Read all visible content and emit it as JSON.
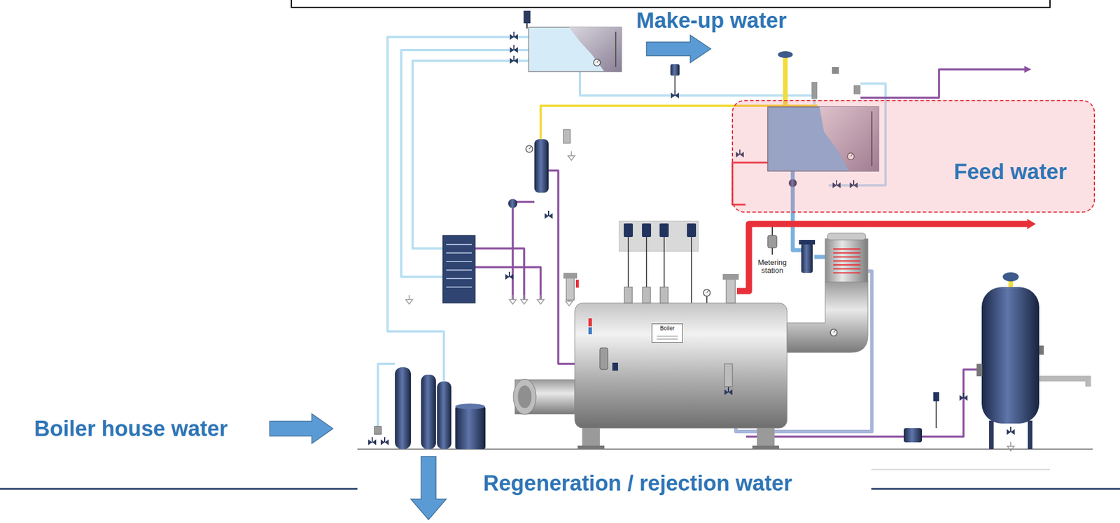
{
  "diagram": {
    "nodes": [
      {
        "text": [
          "Feed water"
        ]
      },
      {
        "text": [
          "Boiler"
        ]
      }
    ],
    "labels": [
      "Make-up water",
      "Boiler house water",
      "Regeneration / rejection water",
      "Metering station"
    ]
  }
}
